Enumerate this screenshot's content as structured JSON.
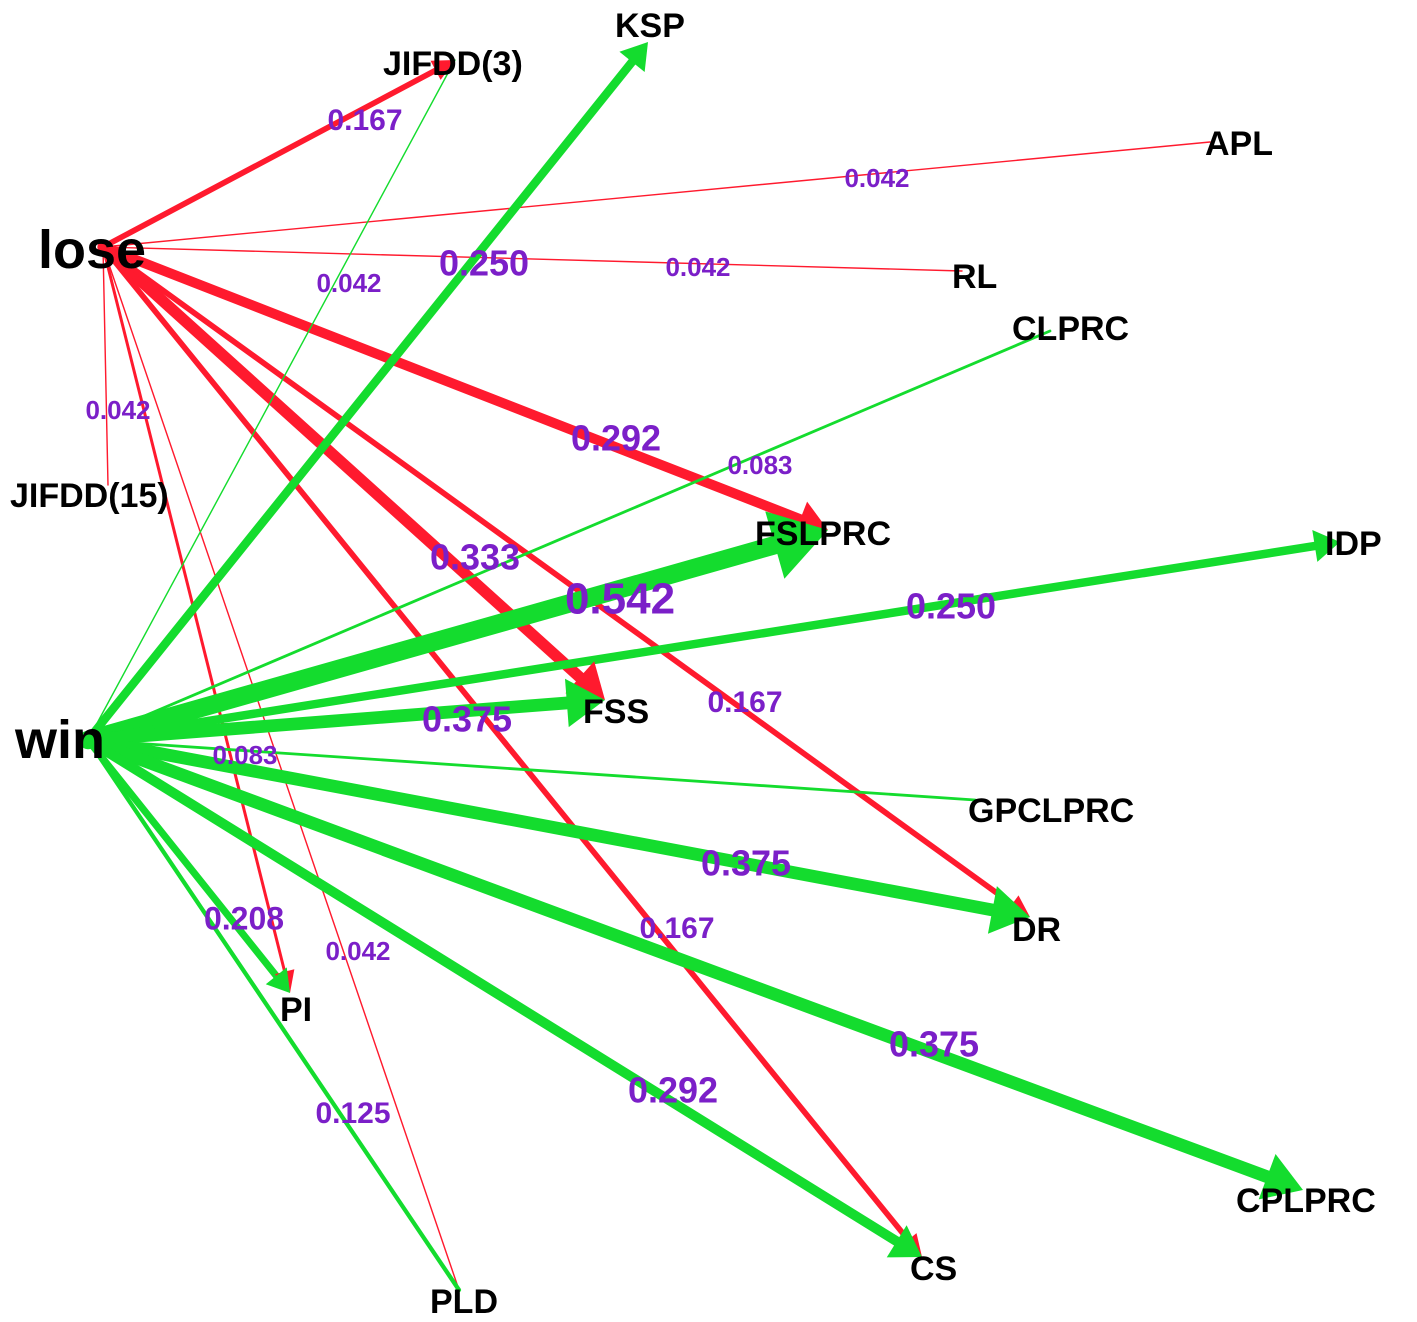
{
  "colors": {
    "lose": "#ff1a2e",
    "win": "#14dc2e",
    "weight_label": "#7b1fc8",
    "node_text": "#000000"
  },
  "nodes": {
    "lose": "lose",
    "win": "win",
    "ksp": "KSP",
    "jifdd3": "JIFDD(3)",
    "apl": "APL",
    "rl": "RL",
    "clprc": "CLPRC",
    "jifdd15": "JIFDD(15)",
    "fslprc": "FSLPRC",
    "idp": "IDP",
    "fss": "FSS",
    "gpclprc": "GPCLPRC",
    "dr": "DR",
    "pi": "PI",
    "pld": "PLD",
    "cs": "CS",
    "cplprc": "CPLPRC"
  },
  "edges": [
    {
      "id": "lose-jifdd3",
      "source": "lose",
      "target": "jifdd3",
      "weight": "0.167"
    },
    {
      "id": "lose-apl",
      "source": "lose",
      "target": "apl",
      "weight": "0.042"
    },
    {
      "id": "lose-rl",
      "source": "lose",
      "target": "rl",
      "weight": "0.042"
    },
    {
      "id": "lose-fslprc",
      "source": "lose",
      "target": "fslprc",
      "weight": "0.292"
    },
    {
      "id": "lose-fss",
      "source": "lose",
      "target": "fss",
      "weight": "0.333"
    },
    {
      "id": "lose-dr",
      "source": "lose",
      "target": "dr",
      "weight": "0.167"
    },
    {
      "id": "lose-cs",
      "source": "lose",
      "target": "cs",
      "weight": "0.167"
    },
    {
      "id": "lose-jifdd15",
      "source": "lose",
      "target": "jifdd15",
      "weight": "0.042"
    },
    {
      "id": "lose-pi",
      "source": "lose",
      "target": "pi",
      "weight": ""
    },
    {
      "id": "lose-pld",
      "source": "lose",
      "target": "pld",
      "weight": "0.042"
    },
    {
      "id": "win-ksp",
      "source": "win",
      "target": "ksp",
      "weight": "0.250"
    },
    {
      "id": "win-jifdd3",
      "source": "win",
      "target": "jifdd3",
      "weight": "0.042"
    },
    {
      "id": "win-clprc",
      "source": "win",
      "target": "clprc",
      "weight": "0.083"
    },
    {
      "id": "win-fslprc",
      "source": "win",
      "target": "fslprc",
      "weight": "0.542"
    },
    {
      "id": "win-idp",
      "source": "win",
      "target": "idp",
      "weight": "0.250"
    },
    {
      "id": "win-fss",
      "source": "win",
      "target": "fss",
      "weight": "0.375"
    },
    {
      "id": "win-gpclprc",
      "source": "win",
      "target": "gpclprc",
      "weight": "0.083"
    },
    {
      "id": "win-dr",
      "source": "win",
      "target": "dr",
      "weight": "0.375"
    },
    {
      "id": "win-cplprc",
      "source": "win",
      "target": "cplprc",
      "weight": "0.375"
    },
    {
      "id": "win-cs",
      "source": "win",
      "target": "cs",
      "weight": "0.292"
    },
    {
      "id": "win-pi",
      "source": "win",
      "target": "pi",
      "weight": "0.208"
    },
    {
      "id": "win-pld",
      "source": "win",
      "target": "pld",
      "weight": "0.125"
    }
  ]
}
